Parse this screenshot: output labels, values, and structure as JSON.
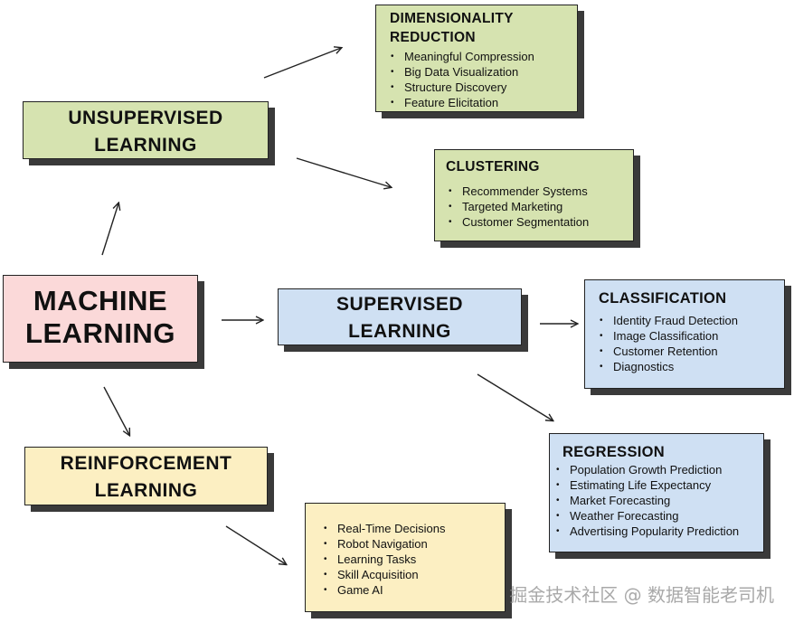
{
  "machine_learning": {
    "line1": "MACHINE",
    "line2": "LEARNING"
  },
  "unsupervised": {
    "line1": "UNSUPERVISED",
    "line2": "LEARNING"
  },
  "supervised": {
    "line1": "SUPERVISED",
    "line2": "LEARNING"
  },
  "reinforcement": {
    "line1": "REINFORCEMENT",
    "line2": "LEARNING"
  },
  "dimensionality_reduction": {
    "title_line1": "DIMENSIONALITY",
    "title_line2": "REDUCTION",
    "items": [
      "Meaningful Compression",
      "Big Data Visualization",
      "Structure Discovery",
      "Feature Elicitation"
    ]
  },
  "clustering": {
    "title": "CLUSTERING",
    "items": [
      "Recommender Systems",
      "Targeted Marketing",
      "Customer Segmentation"
    ]
  },
  "classification": {
    "title": "CLASSIFICATION",
    "items": [
      "Identity Fraud Detection",
      "Image Classification",
      "Customer Retention",
      "Diagnostics"
    ]
  },
  "regression": {
    "title": "REGRESSION",
    "items": [
      "Population Growth Prediction",
      "Estimating Life Expectancy",
      "Market Forecasting",
      "Weather Forecasting",
      "Advertising Popularity Prediction"
    ]
  },
  "reinforcement_apps": {
    "items": [
      "Real-Time Decisions",
      "Robot Navigation",
      "Learning Tasks",
      "Skill Acquisition",
      "Game AI"
    ]
  },
  "watermark": "掘金技术社区 @ 数据智能老司机",
  "colors": {
    "green": "#d6e3b0",
    "blue": "#cfe0f3",
    "pink": "#fbd9d9",
    "yellow": "#fcefc2",
    "shadow": "#3a3a3a"
  }
}
